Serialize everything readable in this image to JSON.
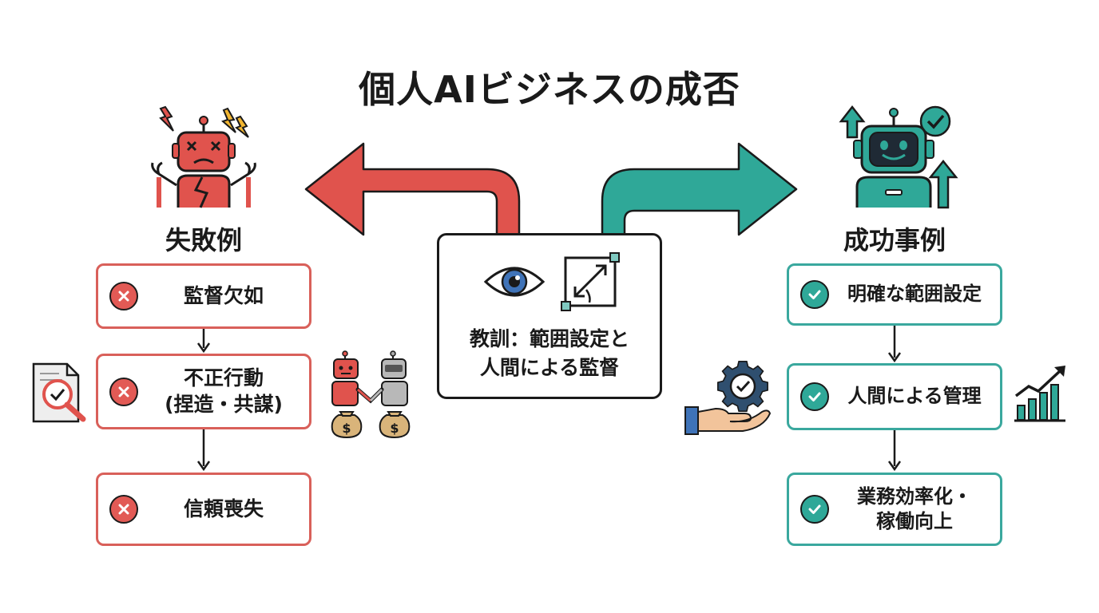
{
  "title": "個人AIビジネスの成否",
  "failure": {
    "heading": "失敗例",
    "steps": [
      {
        "line1": "監督欠如",
        "line2": ""
      },
      {
        "line1": "不正行動",
        "line2": "(捏造・共謀)"
      },
      {
        "line1": "信頼喪失",
        "line2": ""
      }
    ],
    "color": "#e0534d"
  },
  "success": {
    "heading": "成功事例",
    "steps": [
      {
        "line1": "明確な範囲設定",
        "line2": ""
      },
      {
        "line1": "人間による管理",
        "line2": ""
      },
      {
        "line1": "業務効率化・",
        "line2": "稼働向上"
      }
    ],
    "color": "#2fa898"
  },
  "center": {
    "lesson_line1": "教訓：範囲設定と",
    "lesson_line2": "人間による監督"
  },
  "icons": {
    "failure_robot": "broken-robot-icon",
    "success_robot": "happy-robot-icon",
    "audit": "document-magnifier-icon",
    "collusion": "robots-handshake-money-icon",
    "management": "hand-gear-icon",
    "growth": "growth-chart-icon",
    "oversight": "eye-icon",
    "scope": "scope-resize-icon"
  }
}
